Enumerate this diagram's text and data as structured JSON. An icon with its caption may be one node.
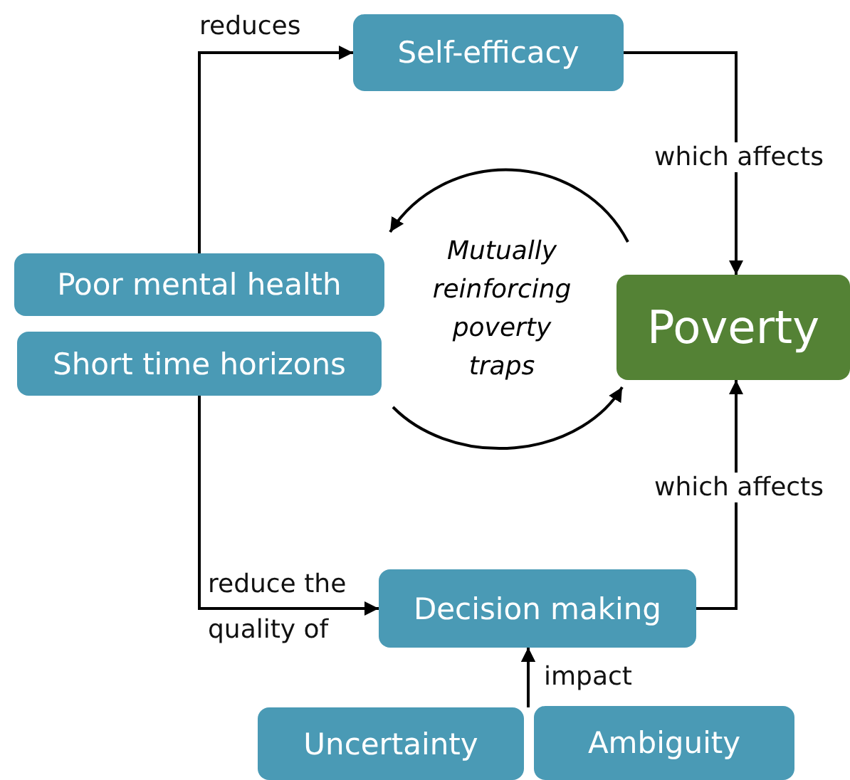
{
  "diagram": {
    "nodes": [
      {
        "text": [
          "Self-efficacy"
        ]
      },
      {
        "text": [
          "Poor mental health"
        ]
      },
      {
        "text": [
          "Short time horizons"
        ]
      },
      {
        "text": [
          "Poverty"
        ]
      },
      {
        "text": [
          "Decision making"
        ]
      },
      {
        "text": [
          "Uncertainty"
        ]
      },
      {
        "text": [
          "Ambiguity"
        ]
      }
    ],
    "edges": [
      {
        "from": 1,
        "to": 0,
        "arrow": "to",
        "label": "reduces"
      },
      {
        "from": 0,
        "to": 3,
        "arrow": "to",
        "label": "which affects"
      },
      {
        "from": 2,
        "to": 4,
        "arrow": "to",
        "label": "reduce the quality of"
      },
      {
        "from": 4,
        "to": 3,
        "arrow": "to",
        "label": "which affects"
      },
      {
        "from": 5,
        "to": 4,
        "arrow": "to",
        "label": "impact"
      },
      {
        "from": 6,
        "to": 4,
        "arrow": "to"
      }
    ],
    "labels": [
      "Mutually reinforcing poverty traps"
    ]
  }
}
